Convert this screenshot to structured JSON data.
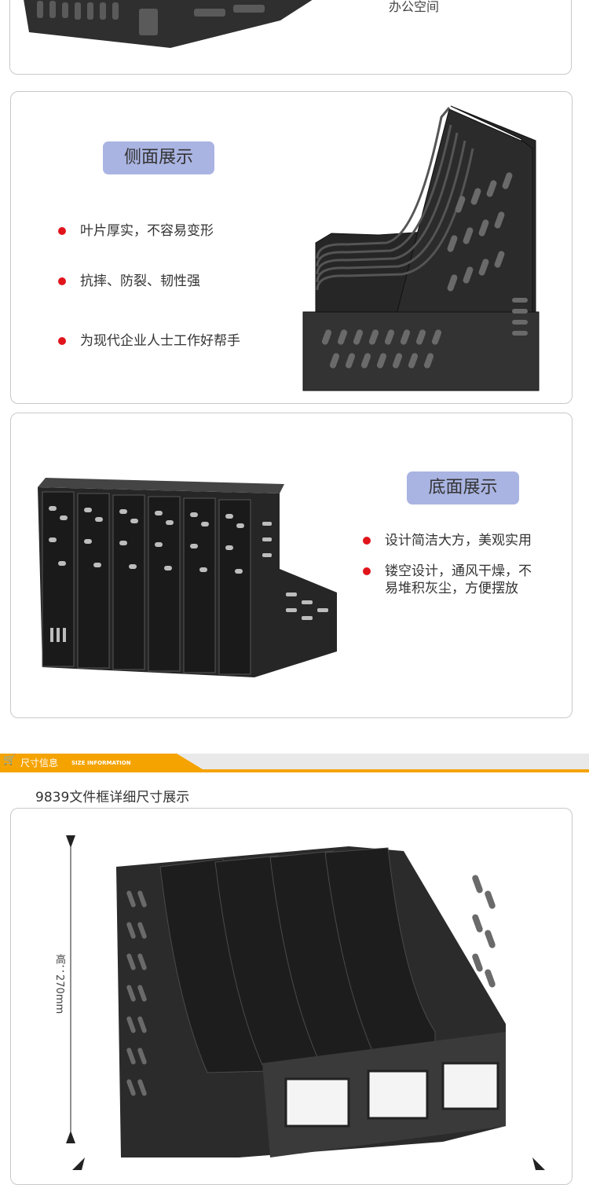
{
  "top_card": {
    "text": "办公空间"
  },
  "side_view": {
    "title": "侧面展示",
    "bullets": [
      "叶片厚实，不容易变形",
      "抗摔、防裂、韧性强",
      "为现代企业人士工作好帮手"
    ]
  },
  "bottom_view": {
    "title": "底面展示",
    "bullets": [
      "设计简洁大方，美观实用",
      "镂空设计，通风干燥，不",
      "易堆积灰尘，方便摆放"
    ]
  },
  "size_banner": {
    "label": "尺寸信息",
    "sub": "SIZE INFORMATION"
  },
  "size_section": {
    "caption": "9839文件框详细尺寸展示",
    "height_label": "高：270mm"
  },
  "colors": {
    "accent": "#f5a300",
    "pill": "#aab4e2",
    "bullet": "#e1141b",
    "plastic": "#2a2a2a"
  }
}
